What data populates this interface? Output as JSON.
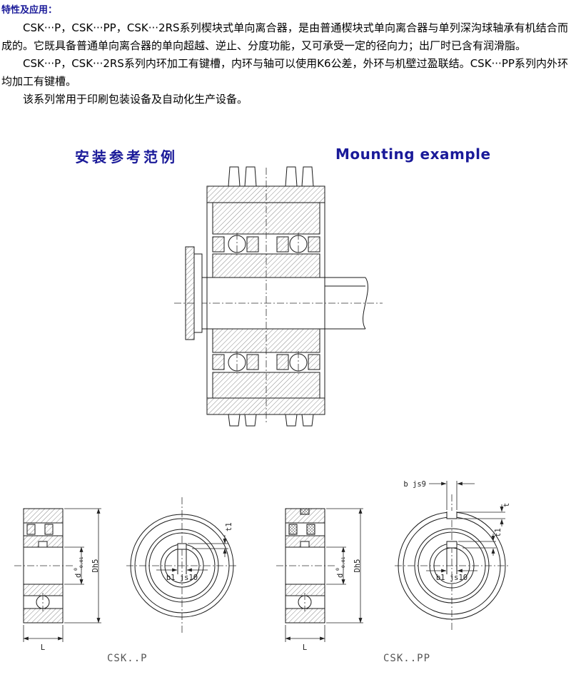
{
  "header": {
    "title": "特性及应用："
  },
  "paragraphs": [
    "CSK···P，CSK···PP，CSK···2RS系列楔块式单向离合器，是由普通楔块式单向离合器与单列深沟球轴承有机结合而成的。它既具备普通单向离合器的单向超越、逆止、分度功能，又可承受一定的径向力；出厂时已含有润滑脂。",
    "CSK···P，CSK···2RS系列内环加工有键槽，内环与轴可以使用K6公差，外环与机壁过盈联结。CSK···PP系列内外环均加工有键槽。",
    "该系列常用于印刷包装设备及自动化生产设备。"
  ],
  "sections": {
    "cn_title": "安装参考范例",
    "en_title": "Mounting example"
  },
  "dimensions": {
    "bore_symbol": "d",
    "bore_upper": "0",
    "bore_lower": "-0.01",
    "outer_dia": "Dh5",
    "width": "L",
    "inner_key_depth": "t1",
    "inner_key_width": "b1 js10",
    "outer_key_width": "b js9",
    "outer_key_depth": "t"
  },
  "models": {
    "left": "CSK..P",
    "right": "CSK..PP"
  },
  "colors": {
    "heading_blue": "#1a1a99",
    "text": "#000000",
    "drawing_line": "#1a1a1a"
  }
}
